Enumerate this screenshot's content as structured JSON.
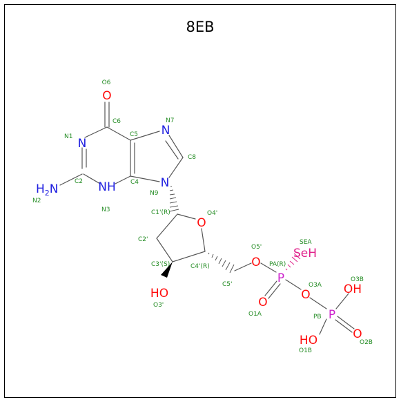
{
  "title": "8EB",
  "colors": {
    "bond": "#555555",
    "O": "#ff0d0d",
    "N": "#2020e0",
    "P": "#cc22cc",
    "Se": "#e0208a",
    "label": "#228b22"
  },
  "atoms": {
    "O6": "O",
    "N1": "N",
    "N7": "N",
    "N3": "NH",
    "N2": "H2N",
    "N9": "N",
    "O4p": "O",
    "O3p": "HO",
    "O5p": "O",
    "SEA": "SeH",
    "PA": "P",
    "O1A": "O",
    "O3A": "O",
    "PB": "P",
    "O3B": "OH",
    "O1B": "HO",
    "O2B": "O"
  },
  "labels": {
    "O6": "O6",
    "C6": "C6",
    "N7": "N7",
    "N1": "N1",
    "C5": "C5",
    "C8": "C8",
    "C2": "C2",
    "C4": "C4",
    "N2": "N2",
    "N9": "N9",
    "N3": "N3",
    "O4p": "O4'",
    "C1p": "C1'(R)",
    "C2p": "C2'",
    "O5p": "O5'",
    "SEA": "SEA",
    "C3p": "C3'(S)",
    "C4p": "C4'(R)",
    "PA": "PA(R)",
    "O3A": "O3A",
    "O3B": "O3B",
    "C5p": "C5'",
    "O3p": "O3'",
    "O1A": "O1A",
    "PB": "PB",
    "O2B": "O2B",
    "O1B": "O1B"
  }
}
